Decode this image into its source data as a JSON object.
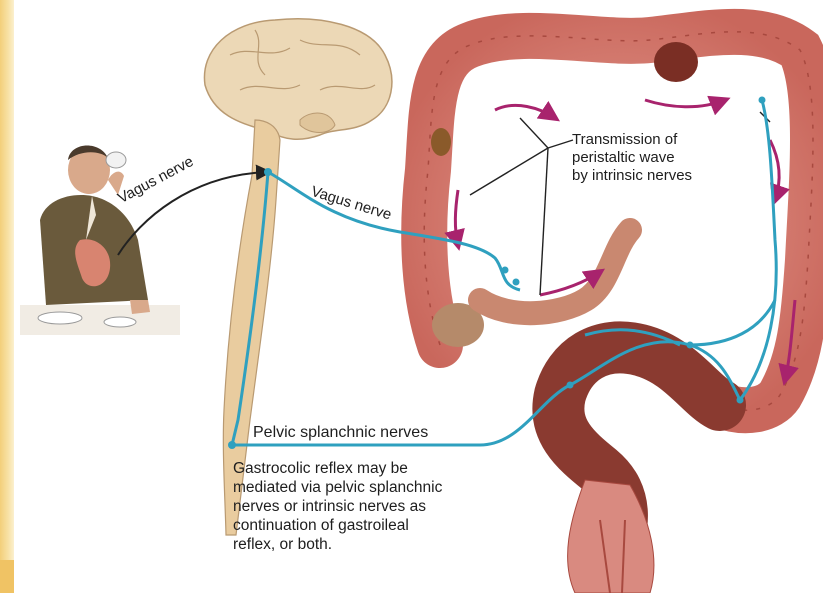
{
  "labels": {
    "vagus_nerve_left": "Vagus nerve",
    "vagus_nerve_right": "Vagus nerve",
    "transmission_lines": [
      "Transmission of",
      "peristaltic wave",
      "by intrinsic nerves"
    ],
    "pelvic_splanchnic": "Pelvic splanchnic nerves",
    "gastrocolic_lines": [
      "Gastrocolic reflex may be",
      "mediated via pelvic splanchnic",
      "nerves or intrinsic nerves as",
      "continuation of gastroileal",
      "reflex, or both."
    ]
  },
  "colors": {
    "nerve": "#2fa0bf",
    "arrow": "#a8236d",
    "colon": "#d9857a",
    "colon_dark": "#7a2e24",
    "brain": "#ead7b4",
    "spinal_cord": "#e8cba0",
    "side_strip": "#f3cf7a"
  }
}
